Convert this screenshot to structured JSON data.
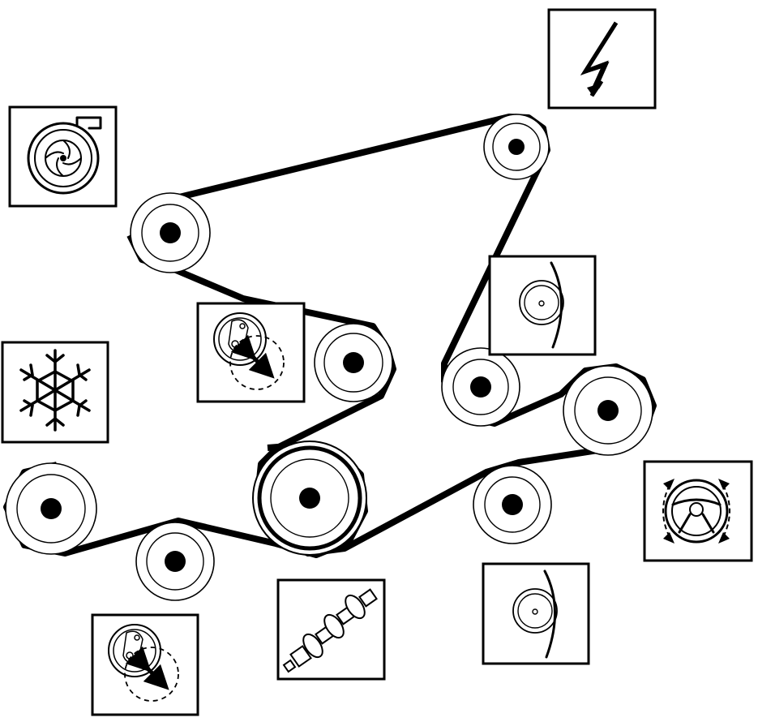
{
  "diagram": {
    "type": "serpentine-belt-routing",
    "colors": {
      "ink": "#000000",
      "paper": "#ffffff"
    },
    "pulleys": [
      {
        "id": "alternator-pulley",
        "kind": "grooved"
      },
      {
        "id": "water-pump-pulley",
        "kind": "grooved"
      },
      {
        "id": "upper-tensioner-pulley",
        "kind": "smooth"
      },
      {
        "id": "upper-idler-pulley",
        "kind": "grooved"
      },
      {
        "id": "ac-compressor-pulley",
        "kind": "grooved"
      },
      {
        "id": "crankshaft-pulley",
        "kind": "grooved"
      },
      {
        "id": "lower-tensioner-pulley",
        "kind": "smooth"
      },
      {
        "id": "middle-idler-pulley",
        "kind": "grooved"
      },
      {
        "id": "power-steering-pulley",
        "kind": "grooved"
      },
      {
        "id": "lower-idler-pulley",
        "kind": "smooth"
      }
    ],
    "belts": [
      {
        "id": "main-accessory-belt",
        "wraps": [
          "alternator-pulley",
          "upper-tensioner-pulley",
          "water-pump-pulley",
          "crankshaft-pulley",
          "power-steering-pulley",
          "middle-idler-pulley"
        ]
      },
      {
        "id": "ac-belt",
        "wraps": [
          "ac-compressor-pulley",
          "crankshaft-pulley",
          "lower-tensioner-pulley"
        ]
      }
    ],
    "legend_icons": [
      "lightning-icon",
      "water-pump-icon",
      "tensioner-icon",
      "idler-pulley-icon",
      "snowflake-icon",
      "steering-wheel-icon",
      "idler-pulley-icon",
      "crankshaft-icon",
      "tensioner-icon"
    ]
  }
}
